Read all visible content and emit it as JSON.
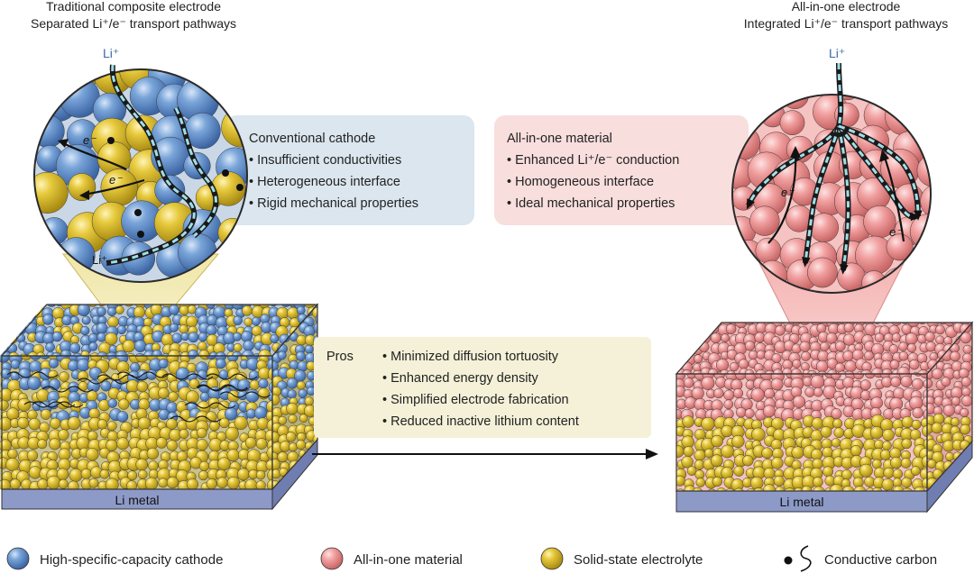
{
  "left_panel": {
    "title_line1": "Traditional composite electrode",
    "title_line2": "Separated Li⁺/e⁻ transport pathways",
    "li_top": "Li⁺",
    "li_bottom": "Li⁺",
    "e1": "e⁻",
    "e2": "e⁻",
    "info_box": {
      "heading": "Conventional cathode",
      "bullets": [
        "Insufficient conductivities",
        "Heterogeneous interface",
        "Rigid mechanical properties"
      ],
      "color": "#dbe6ee"
    },
    "base_label": "Li metal"
  },
  "right_panel": {
    "title_line1": "All-in-one electrode",
    "title_line2": "Integrated Li⁺/e⁻ transport pathways",
    "li_top": "Li⁺",
    "e1": "e⁻",
    "e2": "e⁻",
    "info_box": {
      "heading": "All-in-one material",
      "bullets": [
        "Enhanced Li⁺/e⁻ conduction",
        "Homogeneous interface",
        "Ideal mechanical properties"
      ],
      "color": "#f8dedd"
    },
    "base_label": "Li metal"
  },
  "pros_box": {
    "label": "Pros",
    "bullets": [
      "Minimized diffusion tortuosity",
      "Enhanced energy density",
      "Simplified electrode fabrication",
      "Reduced inactive lithium content"
    ],
    "color": "#f4f1d8"
  },
  "legend": [
    {
      "label": "High-specific-capacity cathode",
      "icon": "blue-sphere-icon",
      "color": "#5b8cc9"
    },
    {
      "label": "All-in-one material",
      "icon": "pink-sphere-icon",
      "color": "#ec8c8c"
    },
    {
      "label": "Solid-state electrolyte",
      "icon": "yellow-sphere-icon",
      "color": "#e0c232"
    },
    {
      "label": "Conductive carbon",
      "icon": "carbon-dot-squiggle-icon",
      "color": "#111111"
    }
  ],
  "colors": {
    "blue": "#5b8cc9",
    "pink": "#ec8c8c",
    "yellow": "#e0c232",
    "li_metal": "#8d9ac8",
    "ion_path": "#9fdfe8"
  }
}
